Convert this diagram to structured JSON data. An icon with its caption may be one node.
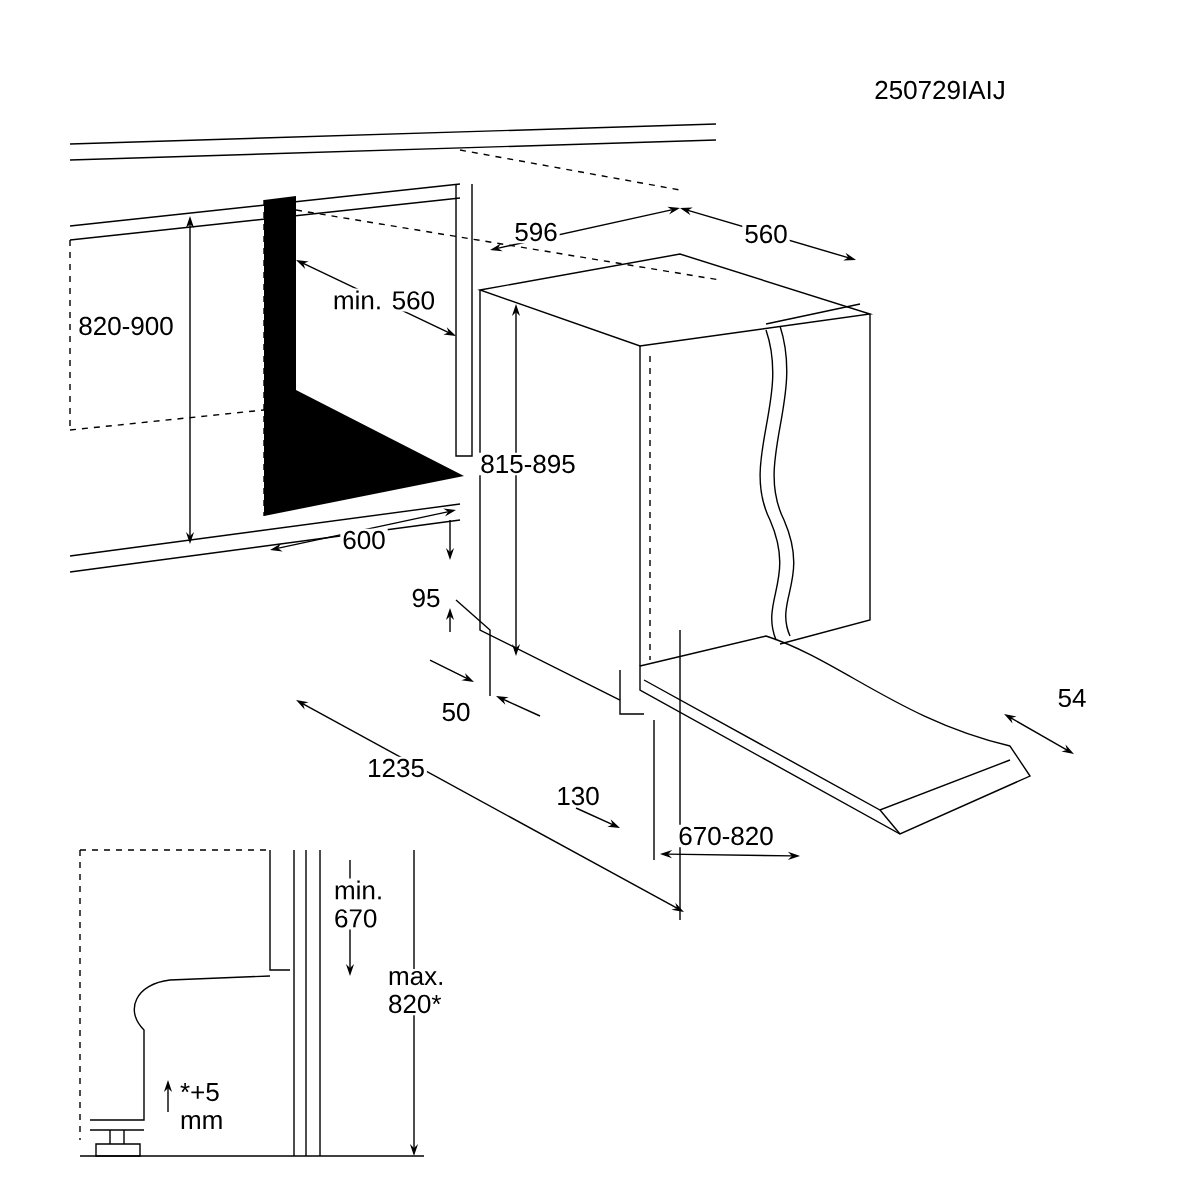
{
  "diagram": {
    "labels": [
      "250729IAIJ",
      "596",
      "560",
      "820-900",
      "min. 560",
      "815-895",
      "600",
      "95",
      "54",
      "50",
      "1235",
      "130",
      "670-820",
      "min. 670",
      "max. 820*",
      "*+5 mm"
    ]
  }
}
